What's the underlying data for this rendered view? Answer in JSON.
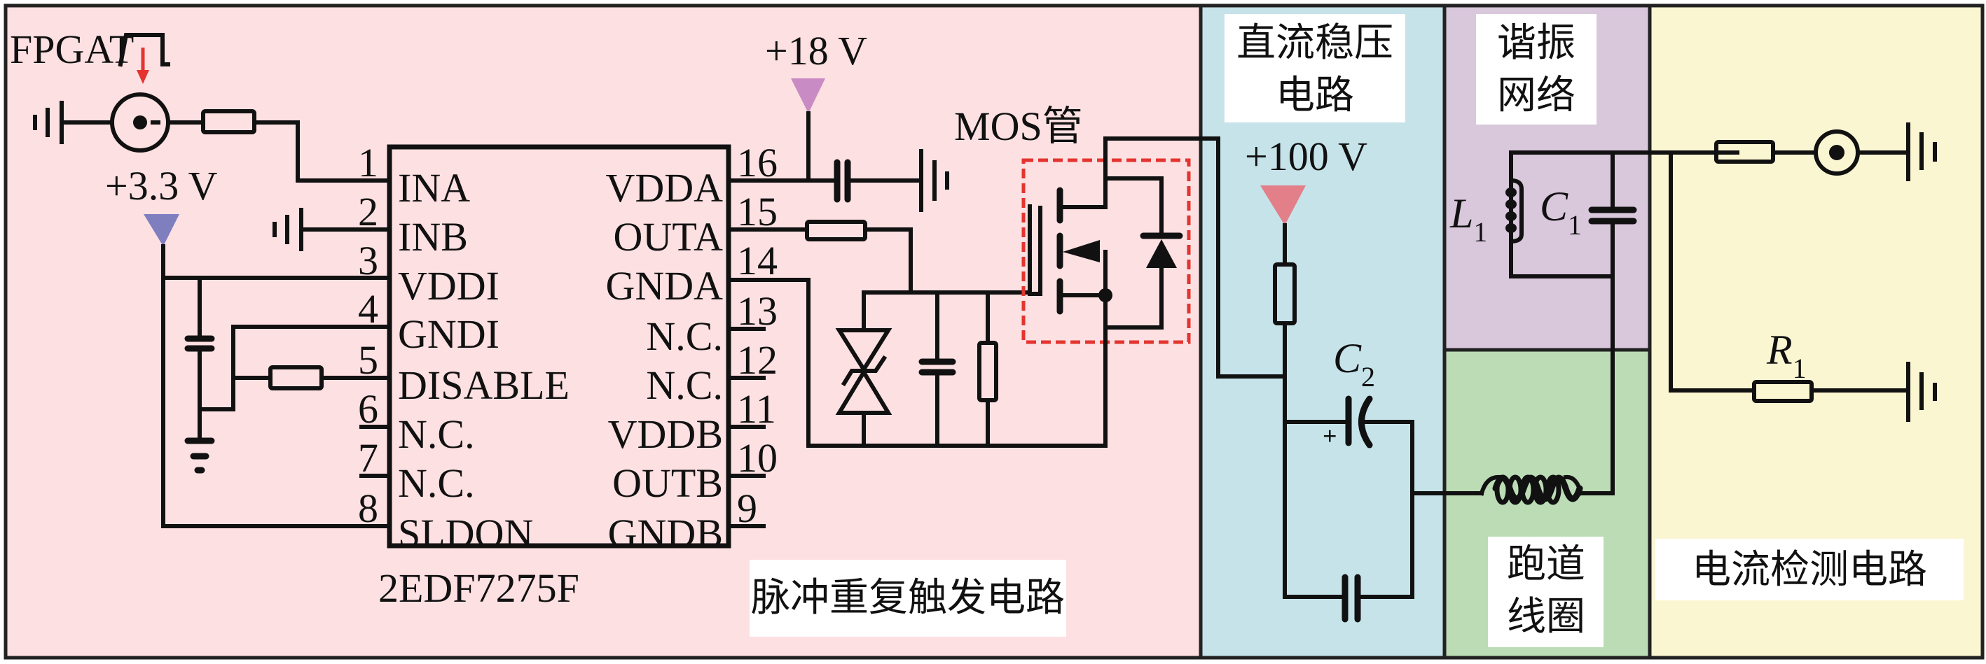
{
  "figure": {
    "panels": [
      {
        "id": "pulse",
        "label": "脉冲重复触发电路",
        "color": "#fde0e2"
      },
      {
        "id": "dc",
        "label_lines": [
          "直流稳压",
          "电路"
        ],
        "color": "#c6e3ea"
      },
      {
        "id": "resonant",
        "label_lines": [
          "谐振",
          "网络"
        ],
        "color": "#d9c7dc"
      },
      {
        "id": "coil",
        "label_lines": [
          "跑道",
          "线圈"
        ],
        "color": "#bcdcb6"
      },
      {
        "id": "detect",
        "label": "电流检测电路",
        "color": "#fbf6d2"
      }
    ],
    "trigger_source": "FPGAT",
    "voltages": {
      "v33": "+3.3 V",
      "v18": "+18 V",
      "v100": "+100 V"
    },
    "voltage_colors": {
      "v33": "#7f7fc0",
      "v18": "#c98bc4",
      "v100": "#e27f88"
    },
    "accent": {
      "trigger_arrow": "#e3342f",
      "mos_box": "#e3342f"
    },
    "ic": {
      "part": "2EDF7275F",
      "left_pins": [
        {
          "num": "1",
          "name": "INA"
        },
        {
          "num": "2",
          "name": "INB"
        },
        {
          "num": "3",
          "name": "VDDI"
        },
        {
          "num": "4",
          "name": "GNDI"
        },
        {
          "num": "5",
          "name": "DISABLE"
        },
        {
          "num": "6",
          "name": "N.C."
        },
        {
          "num": "7",
          "name": "N.C."
        },
        {
          "num": "8",
          "name": "SLDON"
        }
      ],
      "right_pins": [
        {
          "num": "16",
          "name": "VDDA"
        },
        {
          "num": "15",
          "name": "OUTA"
        },
        {
          "num": "14",
          "name": "GNDA"
        },
        {
          "num": "13",
          "name": "N.C."
        },
        {
          "num": "12",
          "name": "N.C."
        },
        {
          "num": "11",
          "name": "VDDB"
        },
        {
          "num": "10",
          "name": "OUTB"
        },
        {
          "num": "9",
          "name": "GNDB"
        }
      ]
    },
    "mosfet_label": "MOS管",
    "components": {
      "L1": {
        "sym": "L",
        "sub": "1"
      },
      "C1": {
        "sym": "C",
        "sub": "1"
      },
      "C2": {
        "sym": "C",
        "sub": "2"
      },
      "R1": {
        "sym": "R",
        "sub": "1"
      },
      "c2_polarity": "+"
    }
  }
}
